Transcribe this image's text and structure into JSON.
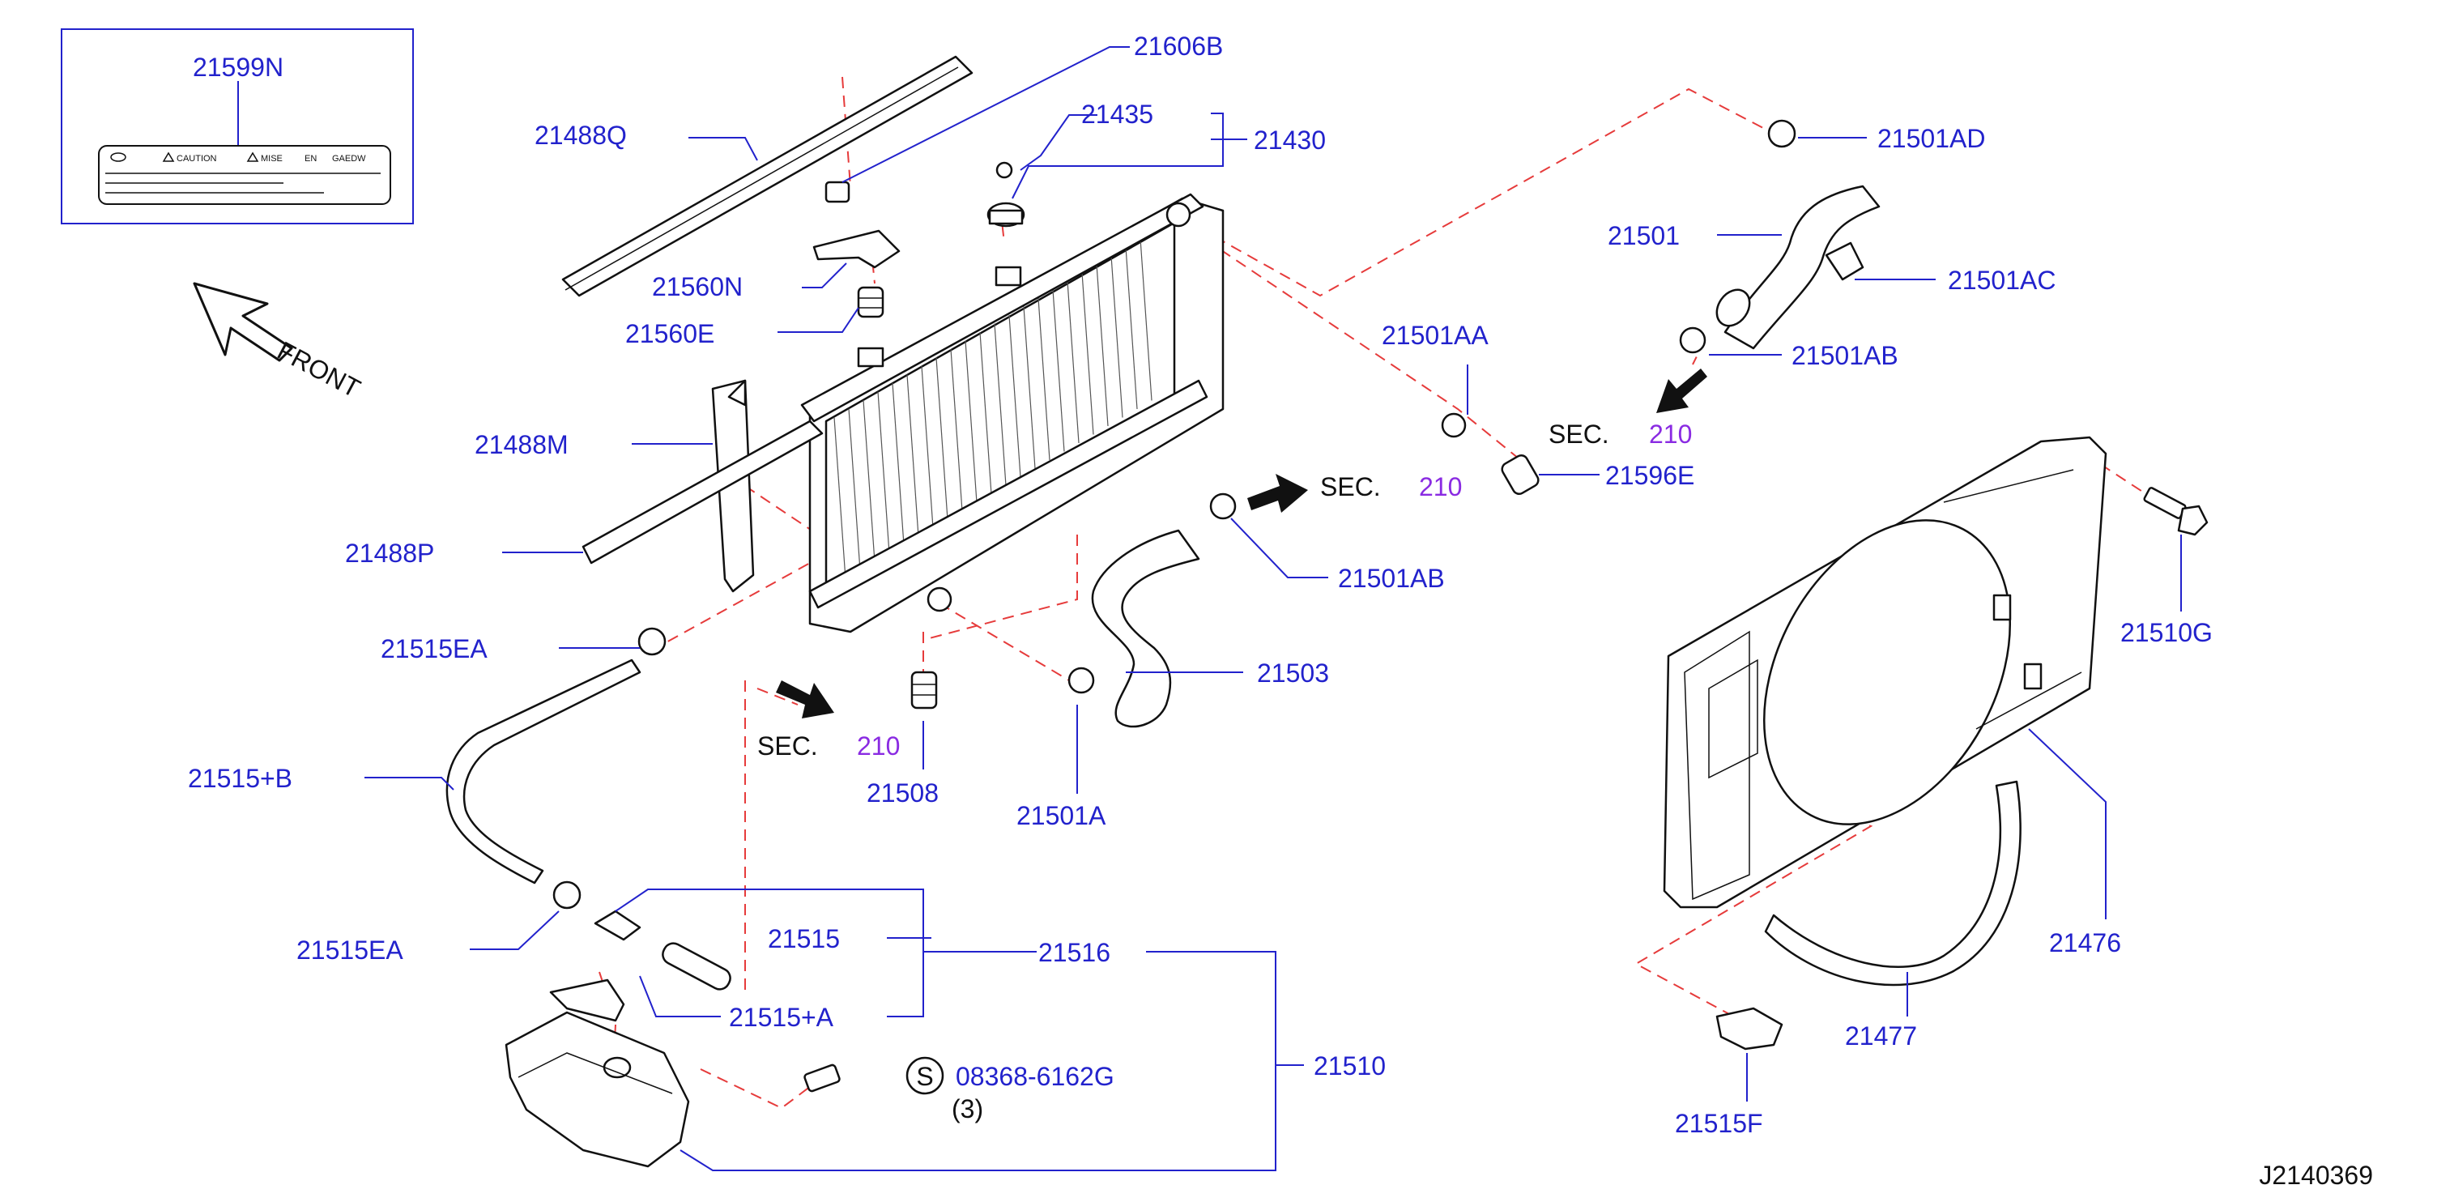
{
  "diagram_id": "J2140369",
  "front_label": "FRONT",
  "inset": {
    "part_no": "21599N",
    "label_texts": [
      "CAUTION",
      "MISE",
      "EN",
      "GAEDW"
    ]
  },
  "sec_refs": [
    {
      "text": "SEC.",
      "num": "210"
    },
    {
      "text": "SEC.",
      "num": "210"
    },
    {
      "text": "SEC.",
      "num": "210"
    }
  ],
  "screw_note": {
    "symbol": "S",
    "part_no": "08368-6162G",
    "qty": "(3)"
  },
  "labels": {
    "p21606B": "21606B",
    "p21488Q": "21488Q",
    "p21435": "21435",
    "p21430": "21430",
    "p21560N": "21560N",
    "p21560E": "21560E",
    "p21488M": "21488M",
    "p21488P": "21488P",
    "p21515EA_top": "21515EA",
    "p21515B": "21515+B",
    "p21515EA_bot": "21515EA",
    "p21515": "21515",
    "p21516": "21516",
    "p21515A": "21515+A",
    "p21510": "21510",
    "p21508": "21508",
    "p21501A": "21501A",
    "p21503": "21503",
    "p21501AB_low": "21501AB",
    "p21501AA": "21501AA",
    "p21596E": "21596E",
    "p21501AD": "21501AD",
    "p21501": "21501",
    "p21501AC": "21501AC",
    "p21501AB_top": "21501AB",
    "p21510G": "21510G",
    "p21476": "21476",
    "p21477": "21477",
    "p21515F": "21515F"
  },
  "colors": {
    "label": "#2222cc",
    "reference": "#8a2be2",
    "dashed_connector": "#e63b3b",
    "line_art": "#111111"
  }
}
